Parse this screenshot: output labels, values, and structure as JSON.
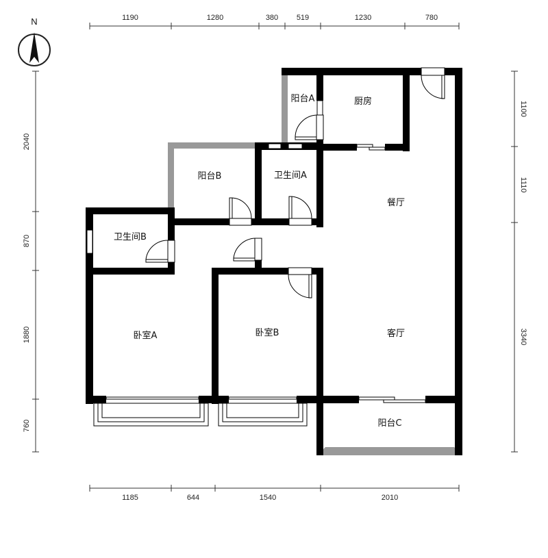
{
  "compass": {
    "north_label": "N"
  },
  "dimensions": {
    "top": [
      "1190",
      "1280",
      "380",
      "519",
      "1230",
      "780"
    ],
    "bottom": [
      "1185",
      "644",
      "1540",
      "2010"
    ],
    "left": [
      "2040",
      "870",
      "1880",
      "760"
    ],
    "right": [
      "1100",
      "1110",
      "3340"
    ]
  },
  "rooms": {
    "balcony_a": "阳台A",
    "kitchen": "厨房",
    "balcony_b": "阳台B",
    "bathroom_a": "卫生间A",
    "dining": "餐厅",
    "bathroom_b": "卫生间B",
    "bedroom_a": "卧室A",
    "bedroom_b": "卧室B",
    "living": "客厅",
    "balcony_c": "阳台C"
  },
  "colors": {
    "wall": "#000000",
    "balcony_wall": "#999999",
    "line": "#333333"
  }
}
